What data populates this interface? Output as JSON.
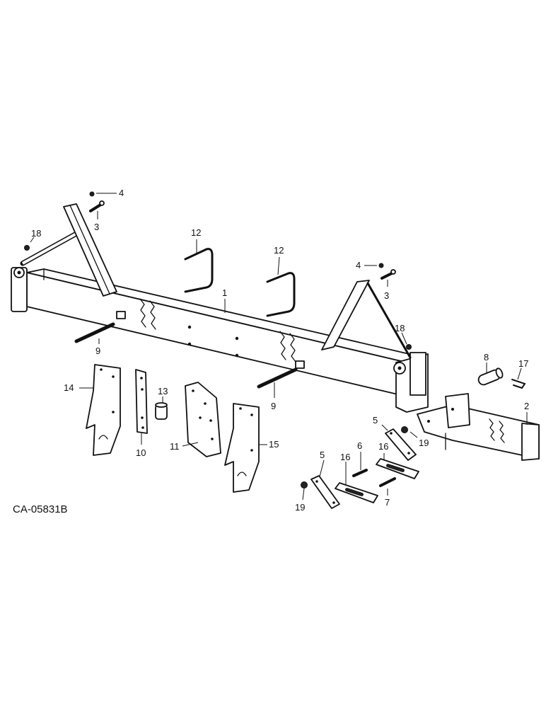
{
  "drawing_code": "CA-05831B",
  "callouts": {
    "c1": "1",
    "c2": "2",
    "c3a": "3",
    "c3b": "3",
    "c4a": "4",
    "c4b": "4",
    "c5a": "5",
    "c5b": "5",
    "c6": "6",
    "c7": "7",
    "c8": "8",
    "c9a": "9",
    "c9b": "9",
    "c10": "10",
    "c11": "11",
    "c12a": "12",
    "c12b": "12",
    "c13": "13",
    "c14": "14",
    "c15": "15",
    "c16a": "16",
    "c16b": "16",
    "c17": "17",
    "c18a": "18",
    "c18b": "18",
    "c19a": "19",
    "c19b": "19"
  }
}
